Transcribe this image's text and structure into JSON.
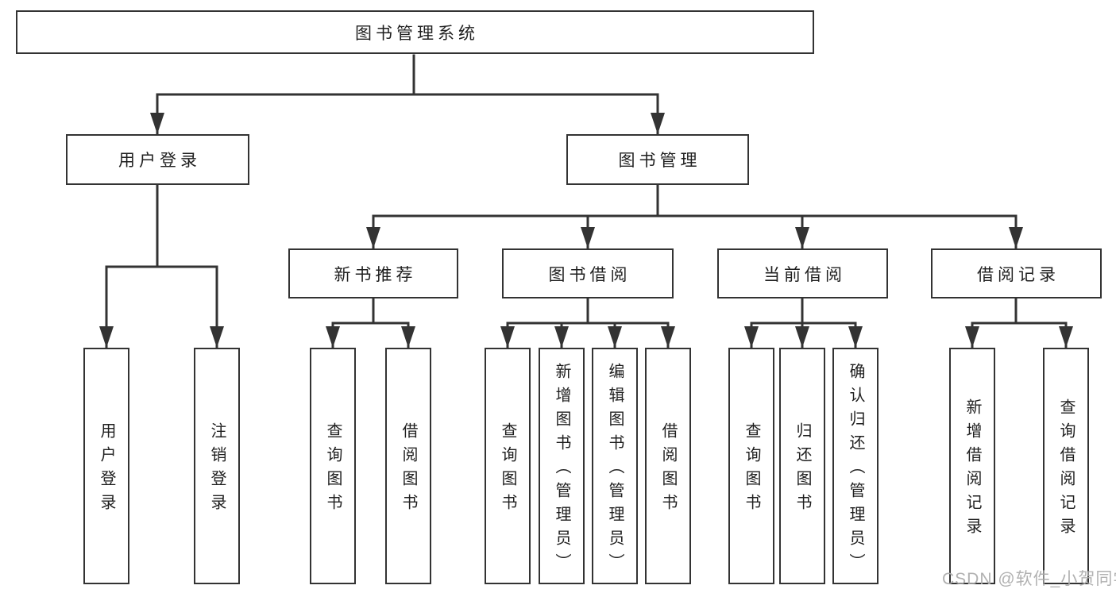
{
  "tree": {
    "root": {
      "label": "图书管理系统"
    },
    "branches": [
      {
        "label": "用户登录",
        "children": [
          {
            "label": "用户登录"
          },
          {
            "label": "注销登录"
          }
        ]
      },
      {
        "label": "图书管理",
        "sections": [
          {
            "label": "新书推荐",
            "children": [
              {
                "label": "查询图书"
              },
              {
                "label": "借阅图书"
              }
            ]
          },
          {
            "label": "图书借阅",
            "children": [
              {
                "label": "查询图书"
              },
              {
                "label": "新增图书（管理员）"
              },
              {
                "label": "编辑图书（管理员）"
              },
              {
                "label": "借阅图书"
              }
            ]
          },
          {
            "label": "当前借阅",
            "children": [
              {
                "label": "查询图书"
              },
              {
                "label": "归还图书"
              },
              {
                "label": "确认归还（管理员）"
              }
            ]
          },
          {
            "label": "借阅记录",
            "children": [
              {
                "label": "新增借阅记录"
              },
              {
                "label": "查询借阅记录"
              }
            ]
          }
        ]
      }
    ]
  },
  "watermark": "CSDN @软件_小贺同学",
  "colors": {
    "line": "#333333",
    "text": "#1f1f1f",
    "background": "#ffffff",
    "watermark": "#adadad"
  }
}
